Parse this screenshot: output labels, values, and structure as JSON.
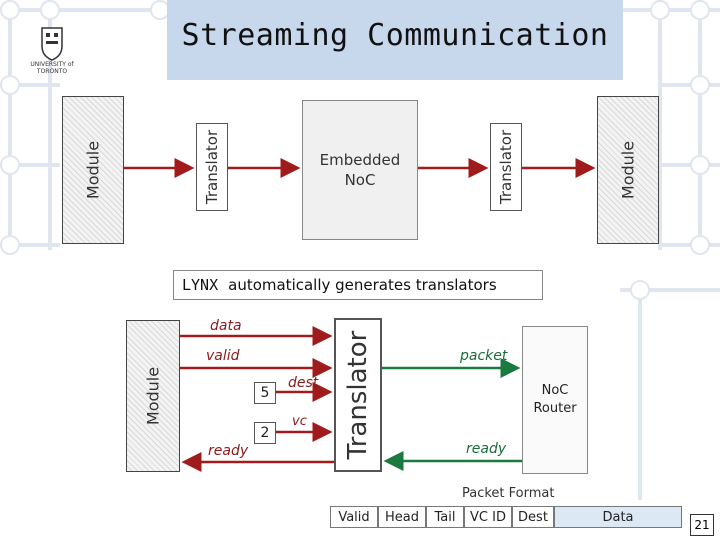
{
  "title": "Streaming Communication",
  "logo": {
    "text": "UNIVERSITY of TORONTO"
  },
  "top_diagram": {
    "left_module": "Module",
    "left_translator": "Translator",
    "noc_label": "Embedded NoC",
    "right_translator": "Translator",
    "right_module": "Module"
  },
  "lynx_caption": {
    "code": "LYNX",
    "text": "automatically generates translators"
  },
  "bottom_diagram": {
    "module": "Module",
    "translator": "Translator",
    "router": "NoC Router",
    "signals": {
      "data": "data",
      "valid": "valid",
      "ready_left": "ready",
      "packet": "packet",
      "ready_right": "ready",
      "dest": "dest",
      "vc": "vc",
      "dest_value": "5",
      "vc_value": "2"
    }
  },
  "packet_format": {
    "title": "Packet Format",
    "fields": [
      "Valid",
      "Head",
      "Tail",
      "VC ID",
      "Dest",
      "Data"
    ]
  },
  "slide_number": "21",
  "colors": {
    "red_arrow": "#a01c1c",
    "green_arrow": "#1a7a3f",
    "title_bg": "#c7d7ec",
    "data_field": "#dce8f4"
  }
}
